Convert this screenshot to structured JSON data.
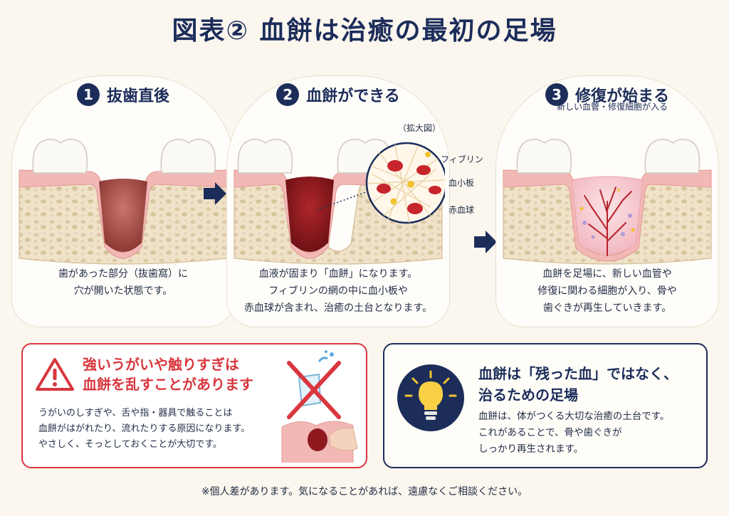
{
  "title": "図表② 血餅は治癒の最初の足場",
  "steps": [
    {
      "number": "1",
      "title": "抜歯直後",
      "subtitle": "",
      "text_lines": [
        "歯があった部分（抜歯窩）に",
        "穴が開いた状態です。"
      ]
    },
    {
      "number": "2",
      "title": "血餅ができる",
      "subtitle": "",
      "text_lines": [
        "血液が固まり「血餅」になります。",
        "フィブリンの網の中に血小板や",
        "赤血球が含まれ、治癒の土台となります。"
      ]
    },
    {
      "number": "3",
      "title": "修復が始まる",
      "subtitle": "新しい血管・修復細胞が入る",
      "text_lines": [
        "血餅を足場に、新しい血管や",
        "修復に関わる細胞が入り、骨や",
        "歯ぐきが再生していきます。"
      ]
    }
  ],
  "magnify": {
    "label": "（拡大図）",
    "fibrin": "フィブリン",
    "platelet": "血小板",
    "rbc": "赤血球"
  },
  "warning": {
    "title_lines": [
      "強いうがいや触りすぎは",
      "血餅を乱すことがあります"
    ],
    "text_lines": [
      "うがいのしすぎや、舌や指・器具で触ることは",
      "血餅がはがれたり、流れたりする原因になります。",
      "やさしく、そっとしておくことが大切です。"
    ]
  },
  "info": {
    "title_lines": [
      "血餅は「残った血」ではなく、",
      "治るための足場"
    ],
    "text_lines": [
      "血餅は、体がつくる大切な治癒の土台です。",
      "これがあることで、骨や歯ぐきが",
      "しっかり再生されます。"
    ]
  },
  "footnote": "※個人差があります。気になることがあれば、遠慮なくご相談ください。",
  "colors": {
    "navy": "#1c2d5a",
    "red": "#d9363e",
    "gum": "#f2b8b6",
    "bone": "#efe2c8",
    "clot": "#8e1a1f"
  },
  "icons": [
    "warning-triangle-icon",
    "lightbulb-icon",
    "arrow-right-icon",
    "no-touch-icon"
  ]
}
